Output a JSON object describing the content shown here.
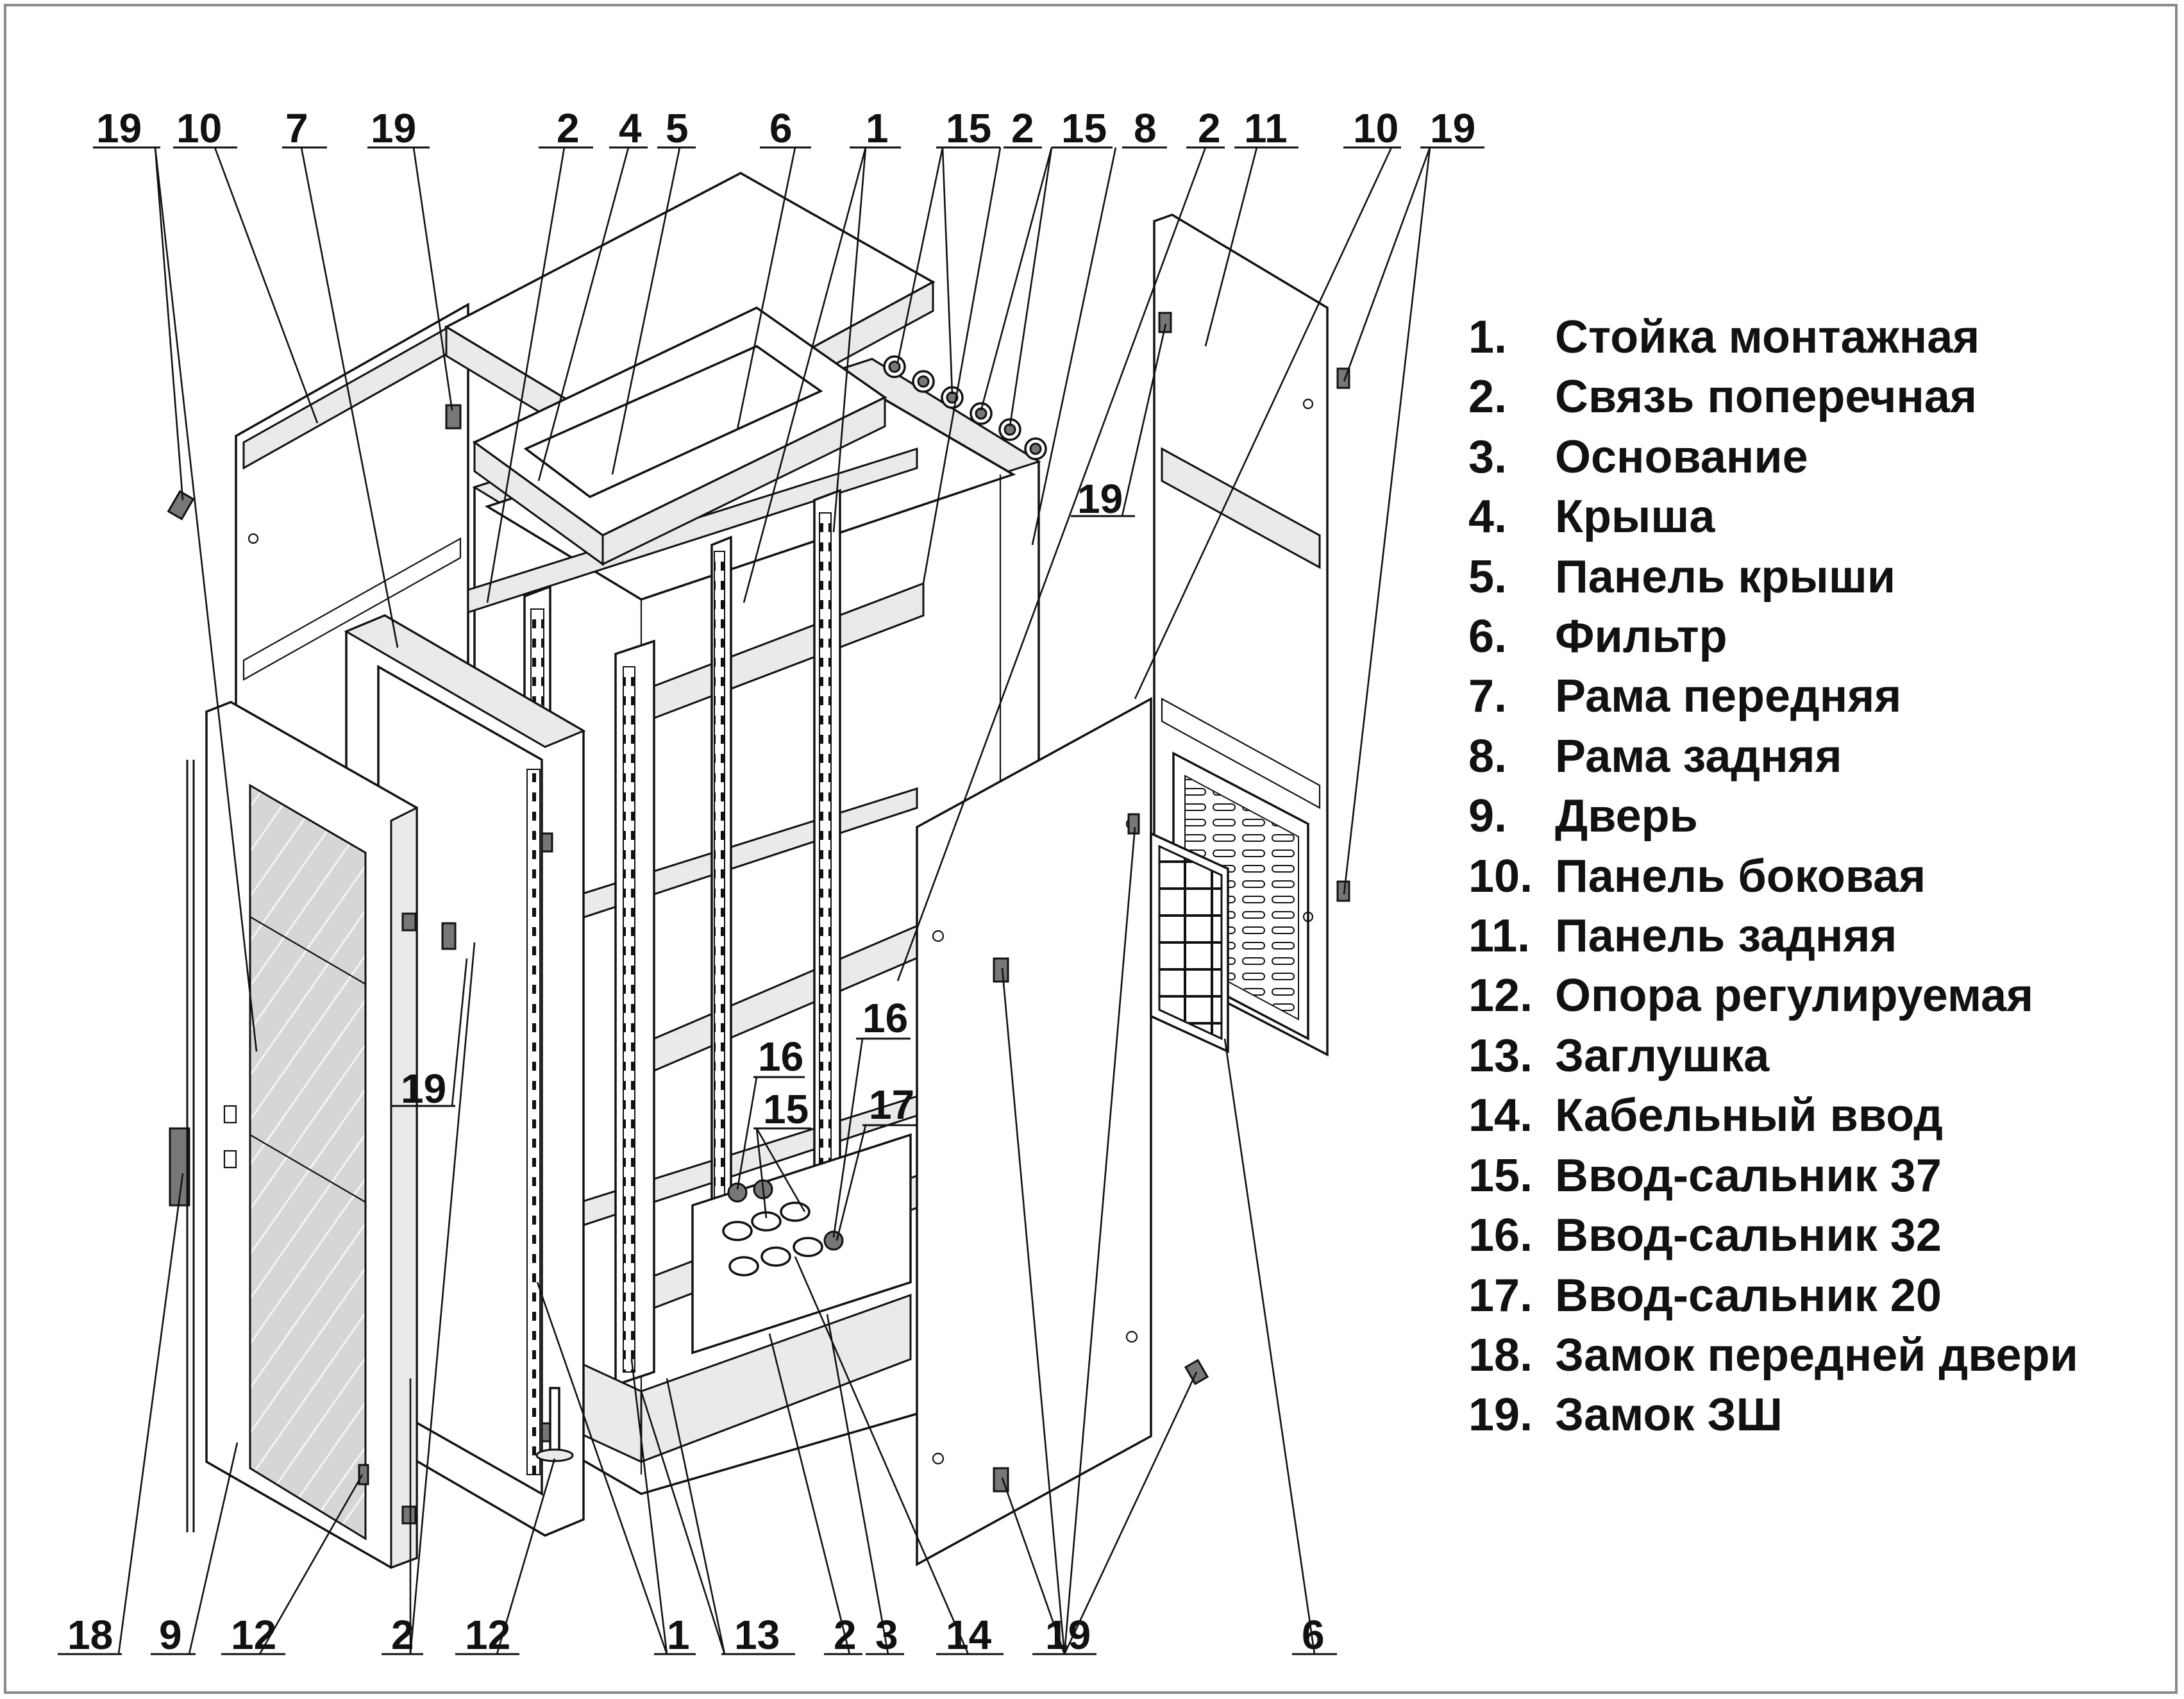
{
  "callouts_top": [
    "19",
    "10",
    "7",
    "19",
    "2",
    "4",
    "5",
    "6",
    "1",
    "15",
    "2",
    "15",
    "8",
    "2",
    "11",
    "10",
    "19"
  ],
  "callouts_mid": [
    "19",
    "19",
    "16",
    "16",
    "15",
    "17"
  ],
  "callouts_bottom": [
    "18",
    "9",
    "12",
    "2",
    "12",
    "1",
    "13",
    "2",
    "3",
    "14",
    "19",
    "6"
  ],
  "legend": [
    {
      "num": "1.",
      "text": "Стойка монтажная"
    },
    {
      "num": "2.",
      "text": "Связь поперечная"
    },
    {
      "num": "3.",
      "text": "Основание"
    },
    {
      "num": "4.",
      "text": "Крыша"
    },
    {
      "num": "5.",
      "text": "Панель крыши"
    },
    {
      "num": "6.",
      "text": "Фильтр"
    },
    {
      "num": "7.",
      "text": "Рама передняя"
    },
    {
      "num": "8.",
      "text": "Рама задняя"
    },
    {
      "num": "9.",
      "text": "Дверь"
    },
    {
      "num": "10.",
      "text": "Панель боковая"
    },
    {
      "num": "11.",
      "text": "Панель задняя"
    },
    {
      "num": "12.",
      "text": "Опора регулируемая"
    },
    {
      "num": "13.",
      "text": "Заглушка"
    },
    {
      "num": "14.",
      "text": "Кабельный ввод"
    },
    {
      "num": "15.",
      "text": "Ввод-сальник 37"
    },
    {
      "num": "16.",
      "text": "Ввод-сальник 32"
    },
    {
      "num": "17.",
      "text": "Ввод-сальник 20"
    },
    {
      "num": "18.",
      "text": "Замок передней двери"
    },
    {
      "num": "19.",
      "text": "Замок ЗШ"
    }
  ]
}
